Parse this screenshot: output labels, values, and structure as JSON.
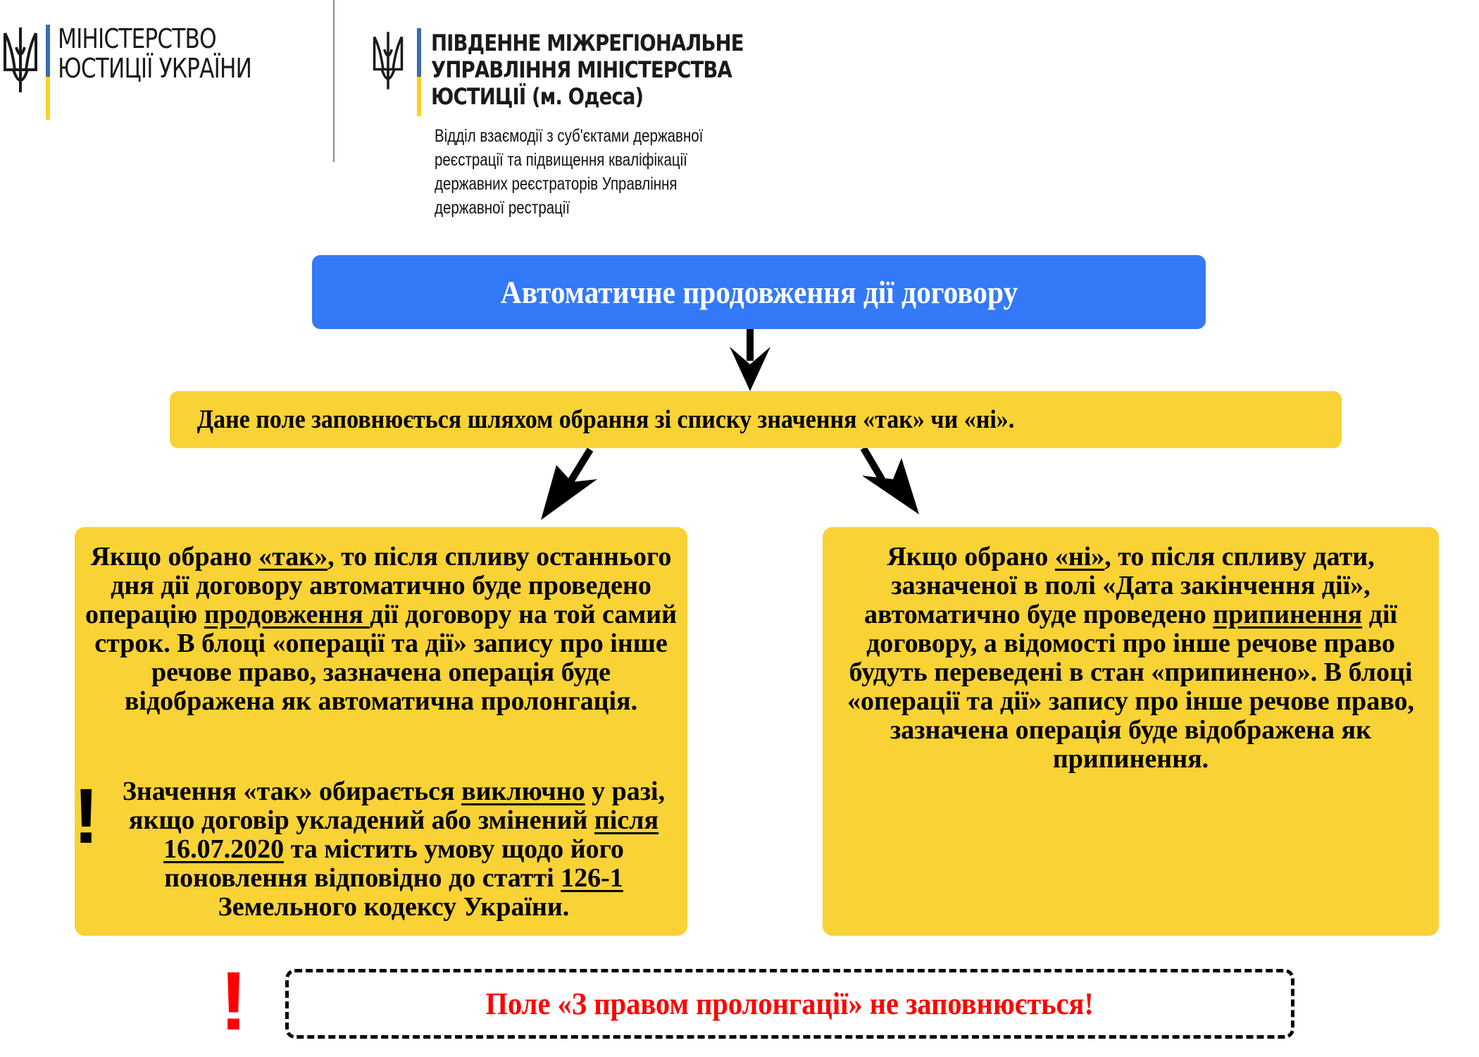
{
  "header": {
    "ministry_logo": {
      "icon": "trident-icon",
      "line1": "МІНІСТЕРСТВО",
      "line2": "ЮСТИЦІЇ УКРАЇНИ"
    },
    "regional_logo": {
      "icon": "trident-icon",
      "line1": "ПІВДЕННЕ МІЖРЕГІОНАЛЬНЕ",
      "line2": "УПРАВЛІННЯ МІНІСТЕРСТВА",
      "line3": "ЮСТИЦІЇ (м. Одеса)"
    },
    "department": {
      "lines": [
        "Відділ взаємодії з суб'єктами державної",
        "реєстрації та підвищення кваліфікації",
        "державних реєстраторів Управління",
        "державної рестрації"
      ]
    }
  },
  "flowchart": {
    "title": "Автоматичне продовження дії договору",
    "field_description": "Дане поле заповнюється шляхом обрання зі списку значення «так» чи «ні».",
    "yes_branch": {
      "p1": "Якщо обрано ",
      "u1": "«так»",
      "p2": ", то після спливу останнього дня дії договору автоматично буде проведено операцію ",
      "u2": "продовження ",
      "p3": "дії договору на той самий строк. В блоці «операції та дії» запису про інше речове право, зазначена операція буде відображена як автоматична пролонгація.",
      "note_icon": "exclamation-icon",
      "n1": "Значення «так» обирається ",
      "nu1": "виключно",
      "n2": " у разі, якщо договір укладений або змінений ",
      "nu2": "після 16.07.2020",
      "n3": " та містить умову щодо його поновлення відповідно до статті ",
      "nu3": "126-1 ",
      "n4": "Земельного кодексу України."
    },
    "no_branch": {
      "p1": "Якщо обрано ",
      "u1": "«ні»",
      "p2": ", то після спливу дати, зазначеної в полі «Дата закінчення дії», автоматично буде проведено ",
      "u2": "припинення",
      "p3": " дії договору, а відомості про інше речове право будуть переведені в стан «припинено». В блоці «операції та дії» запису про інше речове право, зазначена операція буде відображена як припинення."
    },
    "warning": {
      "icon": "exclamation-icon",
      "text": "Поле «З правом пролонгації» не заповнюється!"
    }
  },
  "colors": {
    "title_box": "#3479f7",
    "yellow_box": "#f9d236",
    "warning_text": "#ff0000",
    "flag_blue": "#3b6bb0",
    "flag_yellow": "#fcd31f"
  }
}
